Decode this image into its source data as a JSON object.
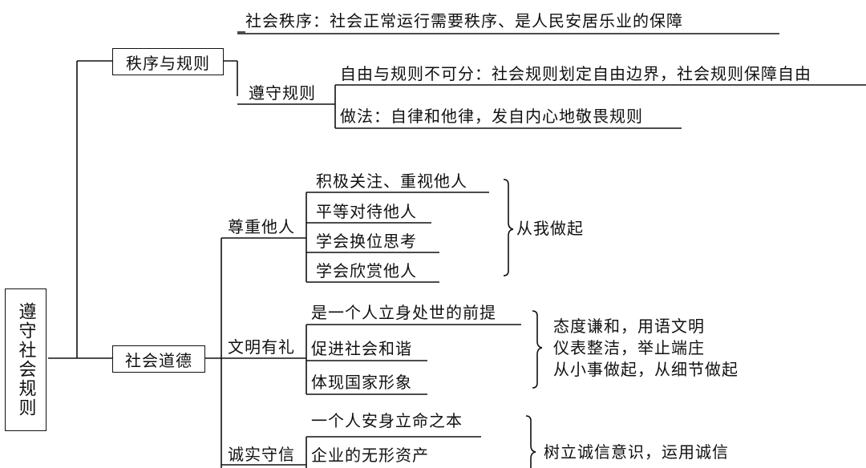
{
  "root": {
    "label": "遵守社会规则"
  },
  "branches": {
    "order": {
      "label": "秩序与规则",
      "social_order": "社会秩序：社会正常运行需要秩序、是人民安居乐业的保障",
      "obey": {
        "label": "遵守规则",
        "item1": "自由与规则不可分：社会规则划定自由边界，社会规则保障自由",
        "item2": "做法：自律和他律，发自内心地敬畏规则"
      }
    },
    "morality": {
      "label": "社会道德",
      "respect": {
        "label": "尊重他人",
        "items": [
          "积极关注、重视他人",
          "平等对待他人",
          "学会换位思考",
          "学会欣赏他人"
        ],
        "summary": "从我做起"
      },
      "civility": {
        "label": "文明有礼",
        "items": [
          "是一个人立身处世的前提",
          "促进社会和谐",
          "体现国家形象"
        ],
        "summary": [
          "态度谦和，用语文明",
          "仪表整洁，举止端庄",
          "从小事做起，从细节做起"
        ]
      },
      "honesty": {
        "label": "诚实守信",
        "items": [
          "一个人安身立命之本",
          "企业的无形资产"
        ],
        "summary": "树立诚信意识，运用诚信"
      }
    }
  }
}
